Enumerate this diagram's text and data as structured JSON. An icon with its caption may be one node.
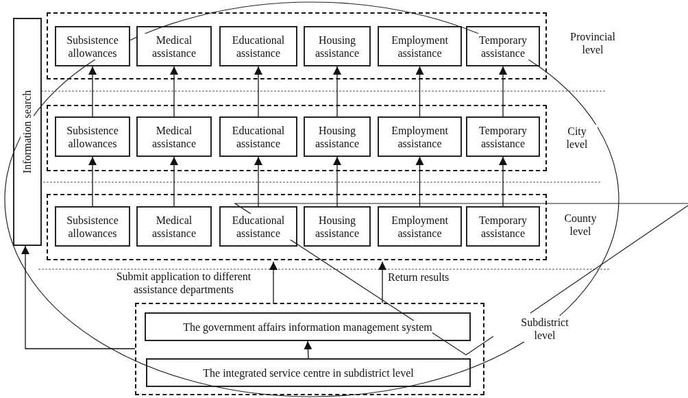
{
  "diagram": {
    "nodes": [
      {
        "text": [
          "Information search"
        ]
      },
      {
        "text": [],
        "shape": "box",
        "beside": [
          "Provincial level"
        ]
      },
      {
        "text": [
          "Subsistence allowances"
        ],
        "in": 1
      },
      {
        "text": [
          "Medical assistance"
        ],
        "in": 1
      },
      {
        "text": [
          "Educational assistance"
        ],
        "in": 1
      },
      {
        "text": [
          "Housing assistance"
        ],
        "in": 1
      },
      {
        "text": [
          "Employment assistance"
        ],
        "in": 1
      },
      {
        "text": [
          "Temporary assistance"
        ],
        "in": 1
      },
      {
        "text": [],
        "shape": "box",
        "beside": [
          "City level"
        ]
      },
      {
        "text": [
          "Subsistence allowances"
        ],
        "in": 8
      },
      {
        "text": [
          "Medical assistance"
        ],
        "in": 8
      },
      {
        "text": [
          "Educational assistance"
        ],
        "in": 8
      },
      {
        "text": [
          "Housing assistance"
        ],
        "in": 8
      },
      {
        "text": [
          "Employment assistance"
        ],
        "in": 8
      },
      {
        "text": [
          "Temporary assistance"
        ],
        "in": 8
      },
      {
        "text": [],
        "shape": "box",
        "beside": [
          "County level"
        ]
      },
      {
        "text": [
          "Subsistence allowances"
        ],
        "in": 15
      },
      {
        "text": [
          "Medical assistance"
        ],
        "in": 15
      },
      {
        "text": [
          "Educational assistance"
        ],
        "in": 15
      },
      {
        "text": [
          "Housing assistance"
        ],
        "in": 15
      },
      {
        "text": [
          "Employment assistance"
        ],
        "in": 15
      },
      {
        "text": [
          "Temporary assistance"
        ],
        "in": 15
      },
      {
        "text": [],
        "shape": "box",
        "beside": [
          "Subdistrict level"
        ]
      },
      {
        "text": [
          "The government affairs information management system"
        ],
        "in": 22
      },
      {
        "text": [
          "The integrated service centre in subdistrict level"
        ],
        "in": 22
      }
    ],
    "edges": [
      {
        "from": 9,
        "to": 2,
        "arrow": "to"
      },
      {
        "from": 10,
        "to": 3,
        "arrow": "to"
      },
      {
        "from": 11,
        "to": 4,
        "arrow": "to"
      },
      {
        "from": 12,
        "to": 5,
        "arrow": "to"
      },
      {
        "from": 13,
        "to": 6,
        "arrow": "to"
      },
      {
        "from": 14,
        "to": 7,
        "arrow": "to"
      },
      {
        "from": 16,
        "to": 9,
        "arrow": "to"
      },
      {
        "from": 17,
        "to": 10,
        "arrow": "to"
      },
      {
        "from": 18,
        "to": 11,
        "arrow": "to"
      },
      {
        "from": 19,
        "to": 12,
        "arrow": "to"
      },
      {
        "from": 20,
        "to": 13,
        "arrow": "to"
      },
      {
        "from": 21,
        "to": 14,
        "arrow": "to"
      },
      {
        "from": 24,
        "to": 23,
        "arrow": "to"
      },
      {
        "from": 22,
        "to": 15,
        "arrow": "to",
        "label": "Submit application to different assistance departments"
      },
      {
        "from": 22,
        "to": 15,
        "arrow": "to",
        "label": "Return results"
      },
      {
        "from": 22,
        "to": 0,
        "arrow": "to"
      }
    ]
  }
}
